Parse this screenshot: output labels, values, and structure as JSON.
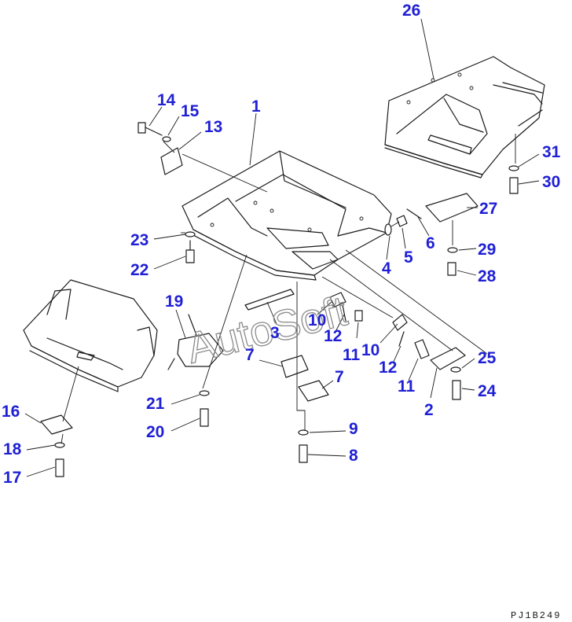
{
  "diagram": {
    "callouts": [
      "1",
      "2",
      "3",
      "4",
      "5",
      "6",
      "7",
      "7",
      "8",
      "9",
      "10",
      "10",
      "11",
      "11",
      "12",
      "12",
      "13",
      "14",
      "15",
      "16",
      "17",
      "18",
      "19",
      "20",
      "21",
      "22",
      "23",
      "24",
      "25",
      "26",
      "27",
      "28",
      "29",
      "30",
      "31"
    ],
    "watermark": "AutoSoft",
    "drawing_code": "PJ1B249",
    "colors": {
      "callout": "#1f1fd6",
      "line": "#1a1a1a",
      "watermark": "#8a8a8a"
    }
  }
}
